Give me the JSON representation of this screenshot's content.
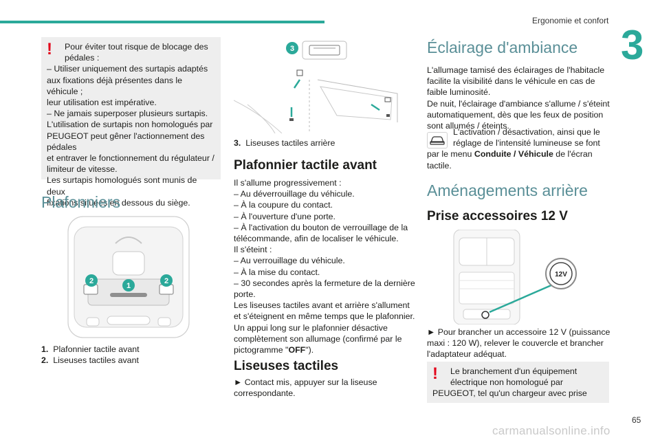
{
  "header": {
    "title": "Ergonomie et confort",
    "chapter": "3"
  },
  "page_number": "65",
  "watermark": "carmanualsonline.info",
  "col1": {
    "warning": {
      "first_line": "Pour éviter tout risque de blocage des",
      "lines": [
        "pédales :",
        "– Utiliser uniquement des surtapis adaptés",
        "aux fixations déjà présentes dans le véhicule ;",
        "leur utilisation est impérative.",
        "– Ne jamais superposer plusieurs surtapis.",
        "L'utilisation de surtapis non homologués par",
        "PEUGEOT peut gêner l'actionnement des pédales",
        "et entraver le fonctionnement du régulateur /",
        "limiteur de vitesse.",
        "Les surtapis homologués sont munis de deux",
        "fixations situées en dessous du siège."
      ]
    },
    "section_title": "Plafonniers",
    "callouts": [
      "1",
      "2",
      "2"
    ],
    "captions": [
      {
        "num": "1.",
        "text": "Plafonnier tactile avant"
      },
      {
        "num": "2.",
        "text": "Liseuses tactiles avant"
      }
    ]
  },
  "col2": {
    "callout": "3",
    "caption": {
      "num": "3.",
      "text": "Liseuses tactiles arrière"
    },
    "h1": "Plafonnier tactile avant",
    "p1": [
      "Il s'allume progressivement :",
      "– Au déverrouillage du véhicule.",
      "– À la coupure du contact.",
      "– À l'ouverture d'une porte.",
      "– À l'activation du bouton de verrouillage de la",
      "télécommande, afin de localiser le véhicule.",
      "Il s'éteint :",
      "– Au verrouillage du véhicule.",
      "– À la mise du contact.",
      "– 30 secondes après la fermeture de la dernière",
      "porte.",
      "Les liseuses tactiles avant et arrière s'allument",
      "et s'éteignent en même temps que le plafonnier.",
      "Un appui long sur le plafonnier désactive",
      "complètement son allumage (confirmé par le",
      "pictogramme \"",
      "OFF",
      "\")."
    ],
    "h2": "Liseuses tactiles",
    "p2": [
      "► Contact mis, appuyer sur la liseuse",
      "correspondante."
    ]
  },
  "col3": {
    "section_title": "Éclairage d'ambiance",
    "p1": [
      "L'allumage tamisé des éclairages de l'habitacle",
      "facilite la visibilité dans le véhicule en cas de",
      "faible luminosité.",
      "De nuit, l'éclairage d'ambiance s'allume / s'éteint",
      "automatiquement, dès que les feux de position",
      "sont allumés / éteints."
    ],
    "icon_text": {
      "l1": "L'activation / désactivation, ainsi que le",
      "l2": "réglage de l'intensité lumineuse se font",
      "l3_pre": "par le menu ",
      "l3_bold": "Conduite / Véhicule",
      "l3_post": " de l'écran",
      "l4": "tactile."
    },
    "section_title2": "Aménagements arrière",
    "h1": "Prise accessoires 12 V",
    "socket_label": "12V",
    "p2": [
      "► Pour brancher un accessoire 12 V (puissance",
      "maxi : 120 W), relever le couvercle et brancher",
      "l'adaptateur adéquat."
    ],
    "warning": {
      "first_line": "Le branchement d'un équipement",
      "lines": [
        "électrique non homologué par",
        "PEUGEOT, tel qu'un chargeur avec prise"
      ]
    }
  },
  "colors": {
    "accent": "#2ba99a",
    "warning": "#e3051b",
    "section": "#5a8f97"
  }
}
